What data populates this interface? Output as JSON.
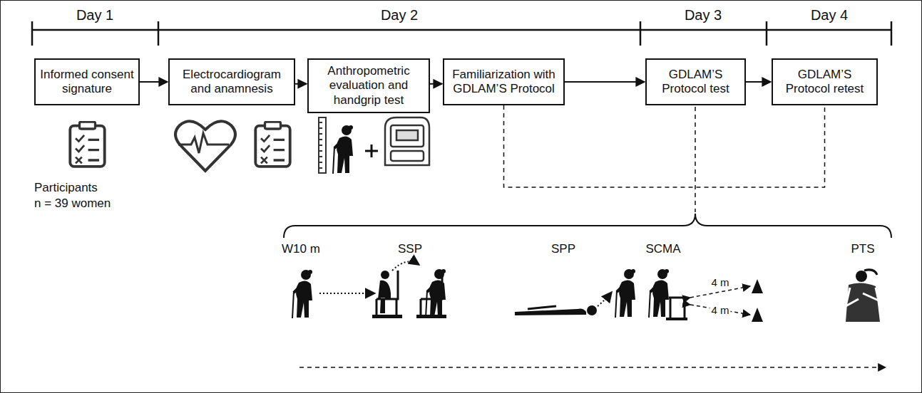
{
  "diagram": {
    "nodes": [
      {
        "text": [
          "Informed consent signature"
        ]
      },
      {
        "text": [
          "Electrocardiogram and anamnesis"
        ]
      },
      {
        "text": [
          "Anthropometric evaluation and handgrip test"
        ]
      },
      {
        "text": [
          "Familiarization with GDLAM’S Protocol"
        ]
      },
      {
        "text": [
          "GDLAM’S Protocol test"
        ]
      },
      {
        "text": [
          "GDLAM’S Protocol retest"
        ]
      }
    ],
    "edges": [
      {
        "from": 0,
        "to": 1,
        "arrow": "to"
      },
      {
        "from": 1,
        "to": 2,
        "arrow": "to"
      },
      {
        "from": 2,
        "to": 3,
        "arrow": "to"
      },
      {
        "from": 3,
        "to": 4,
        "arrow": "to"
      },
      {
        "from": 4,
        "to": 5,
        "arrow": "to"
      },
      {
        "from": 3,
        "to": 5,
        "arrow": "none"
      }
    ],
    "labels": [
      "Day 1",
      "Day 2",
      "Day 3",
      "Day 4",
      "Participants",
      "n = 39 women",
      "W10 m",
      "SSP",
      "SPP",
      "SCMA",
      "PTS",
      "4 m",
      "4 m"
    ]
  }
}
